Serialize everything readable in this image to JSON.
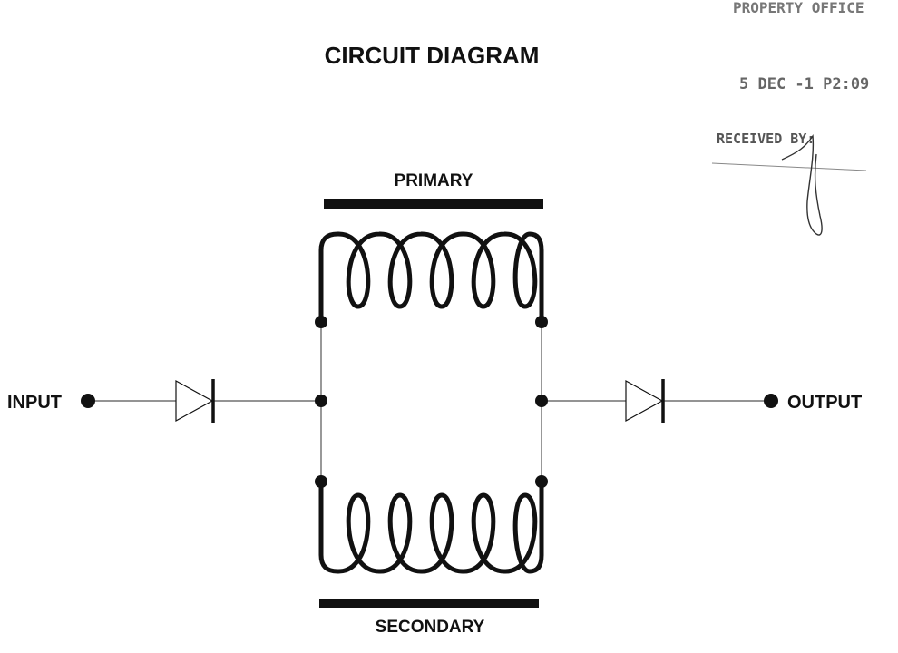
{
  "title": "CIRCUIT DIAGRAM",
  "labels": {
    "primary": "PRIMARY",
    "secondary": "SECONDARY",
    "input": "INPUT",
    "output": "OUTPUT"
  },
  "stamp": {
    "line1": "PROPERTY OFFICE",
    "date": "5  DEC -1  P2:09",
    "received": "RECEIVED BY:"
  },
  "components": {
    "coils": [
      "primary-coil",
      "secondary-coil"
    ],
    "diodes": [
      "input-diode",
      "output-diode"
    ]
  },
  "colors": {
    "ink": "#111111",
    "wire": "#555555"
  }
}
